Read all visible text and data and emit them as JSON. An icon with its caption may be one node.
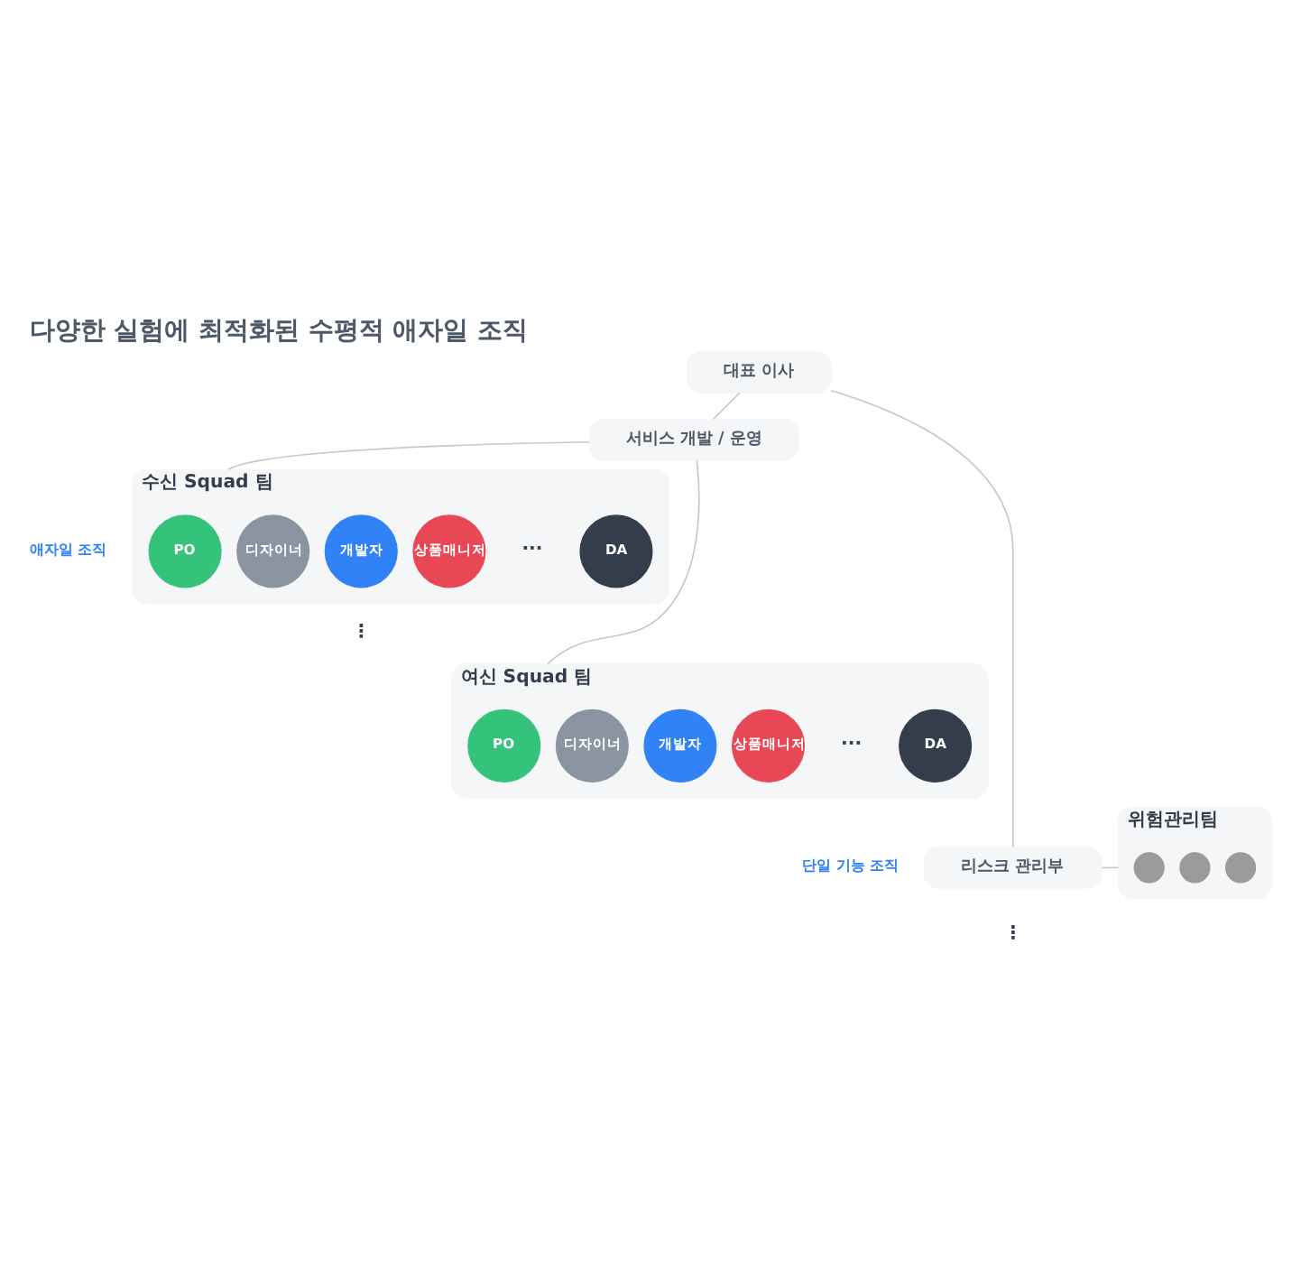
{
  "diagram": {
    "title": "다양한 실험에 최적화된 수평적 애자일 조직",
    "nodes": [
      {
        "text": [
          "대표 이사"
        ]
      },
      {
        "text": [
          "서비스 개발 / 운영"
        ]
      },
      {
        "text": [
          "수신 Squad 팀"
        ]
      },
      {
        "text": [
          "PO"
        ],
        "in": 2
      },
      {
        "text": [
          "디자이너"
        ],
        "in": 2
      },
      {
        "text": [
          "개발자"
        ],
        "in": 2
      },
      {
        "text": [
          "상품매니저"
        ],
        "in": 2
      },
      {
        "text": [
          "DA"
        ],
        "in": 2
      },
      {
        "text": [
          "여신 Squad 팀"
        ]
      },
      {
        "text": [
          "PO"
        ],
        "in": 8
      },
      {
        "text": [
          "디자이너"
        ],
        "in": 8
      },
      {
        "text": [
          "개발자"
        ],
        "in": 8
      },
      {
        "text": [
          "상품매니저"
        ],
        "in": 8
      },
      {
        "text": [
          "DA"
        ],
        "in": 8
      },
      {
        "text": [
          "리스크 관리부"
        ]
      },
      {
        "text": [
          "위험관리팀"
        ]
      },
      {
        "text": [],
        "shape": "circle",
        "in": 15
      },
      {
        "text": [],
        "shape": "circle",
        "in": 15
      },
      {
        "text": [],
        "shape": "circle",
        "in": 15
      }
    ],
    "edges": [
      {
        "from": 0,
        "to": 1,
        "arrow": "none"
      },
      {
        "from": 1,
        "to": 2,
        "arrow": "none"
      },
      {
        "from": 1,
        "to": 8,
        "arrow": "none"
      },
      {
        "from": 0,
        "to": 14,
        "arrow": "none"
      },
      {
        "from": 14,
        "to": 15,
        "arrow": "none"
      }
    ],
    "labels": [
      "애자일 조직",
      "···",
      "⋮",
      "···",
      "단일 기능 조직",
      "⋮"
    ]
  }
}
